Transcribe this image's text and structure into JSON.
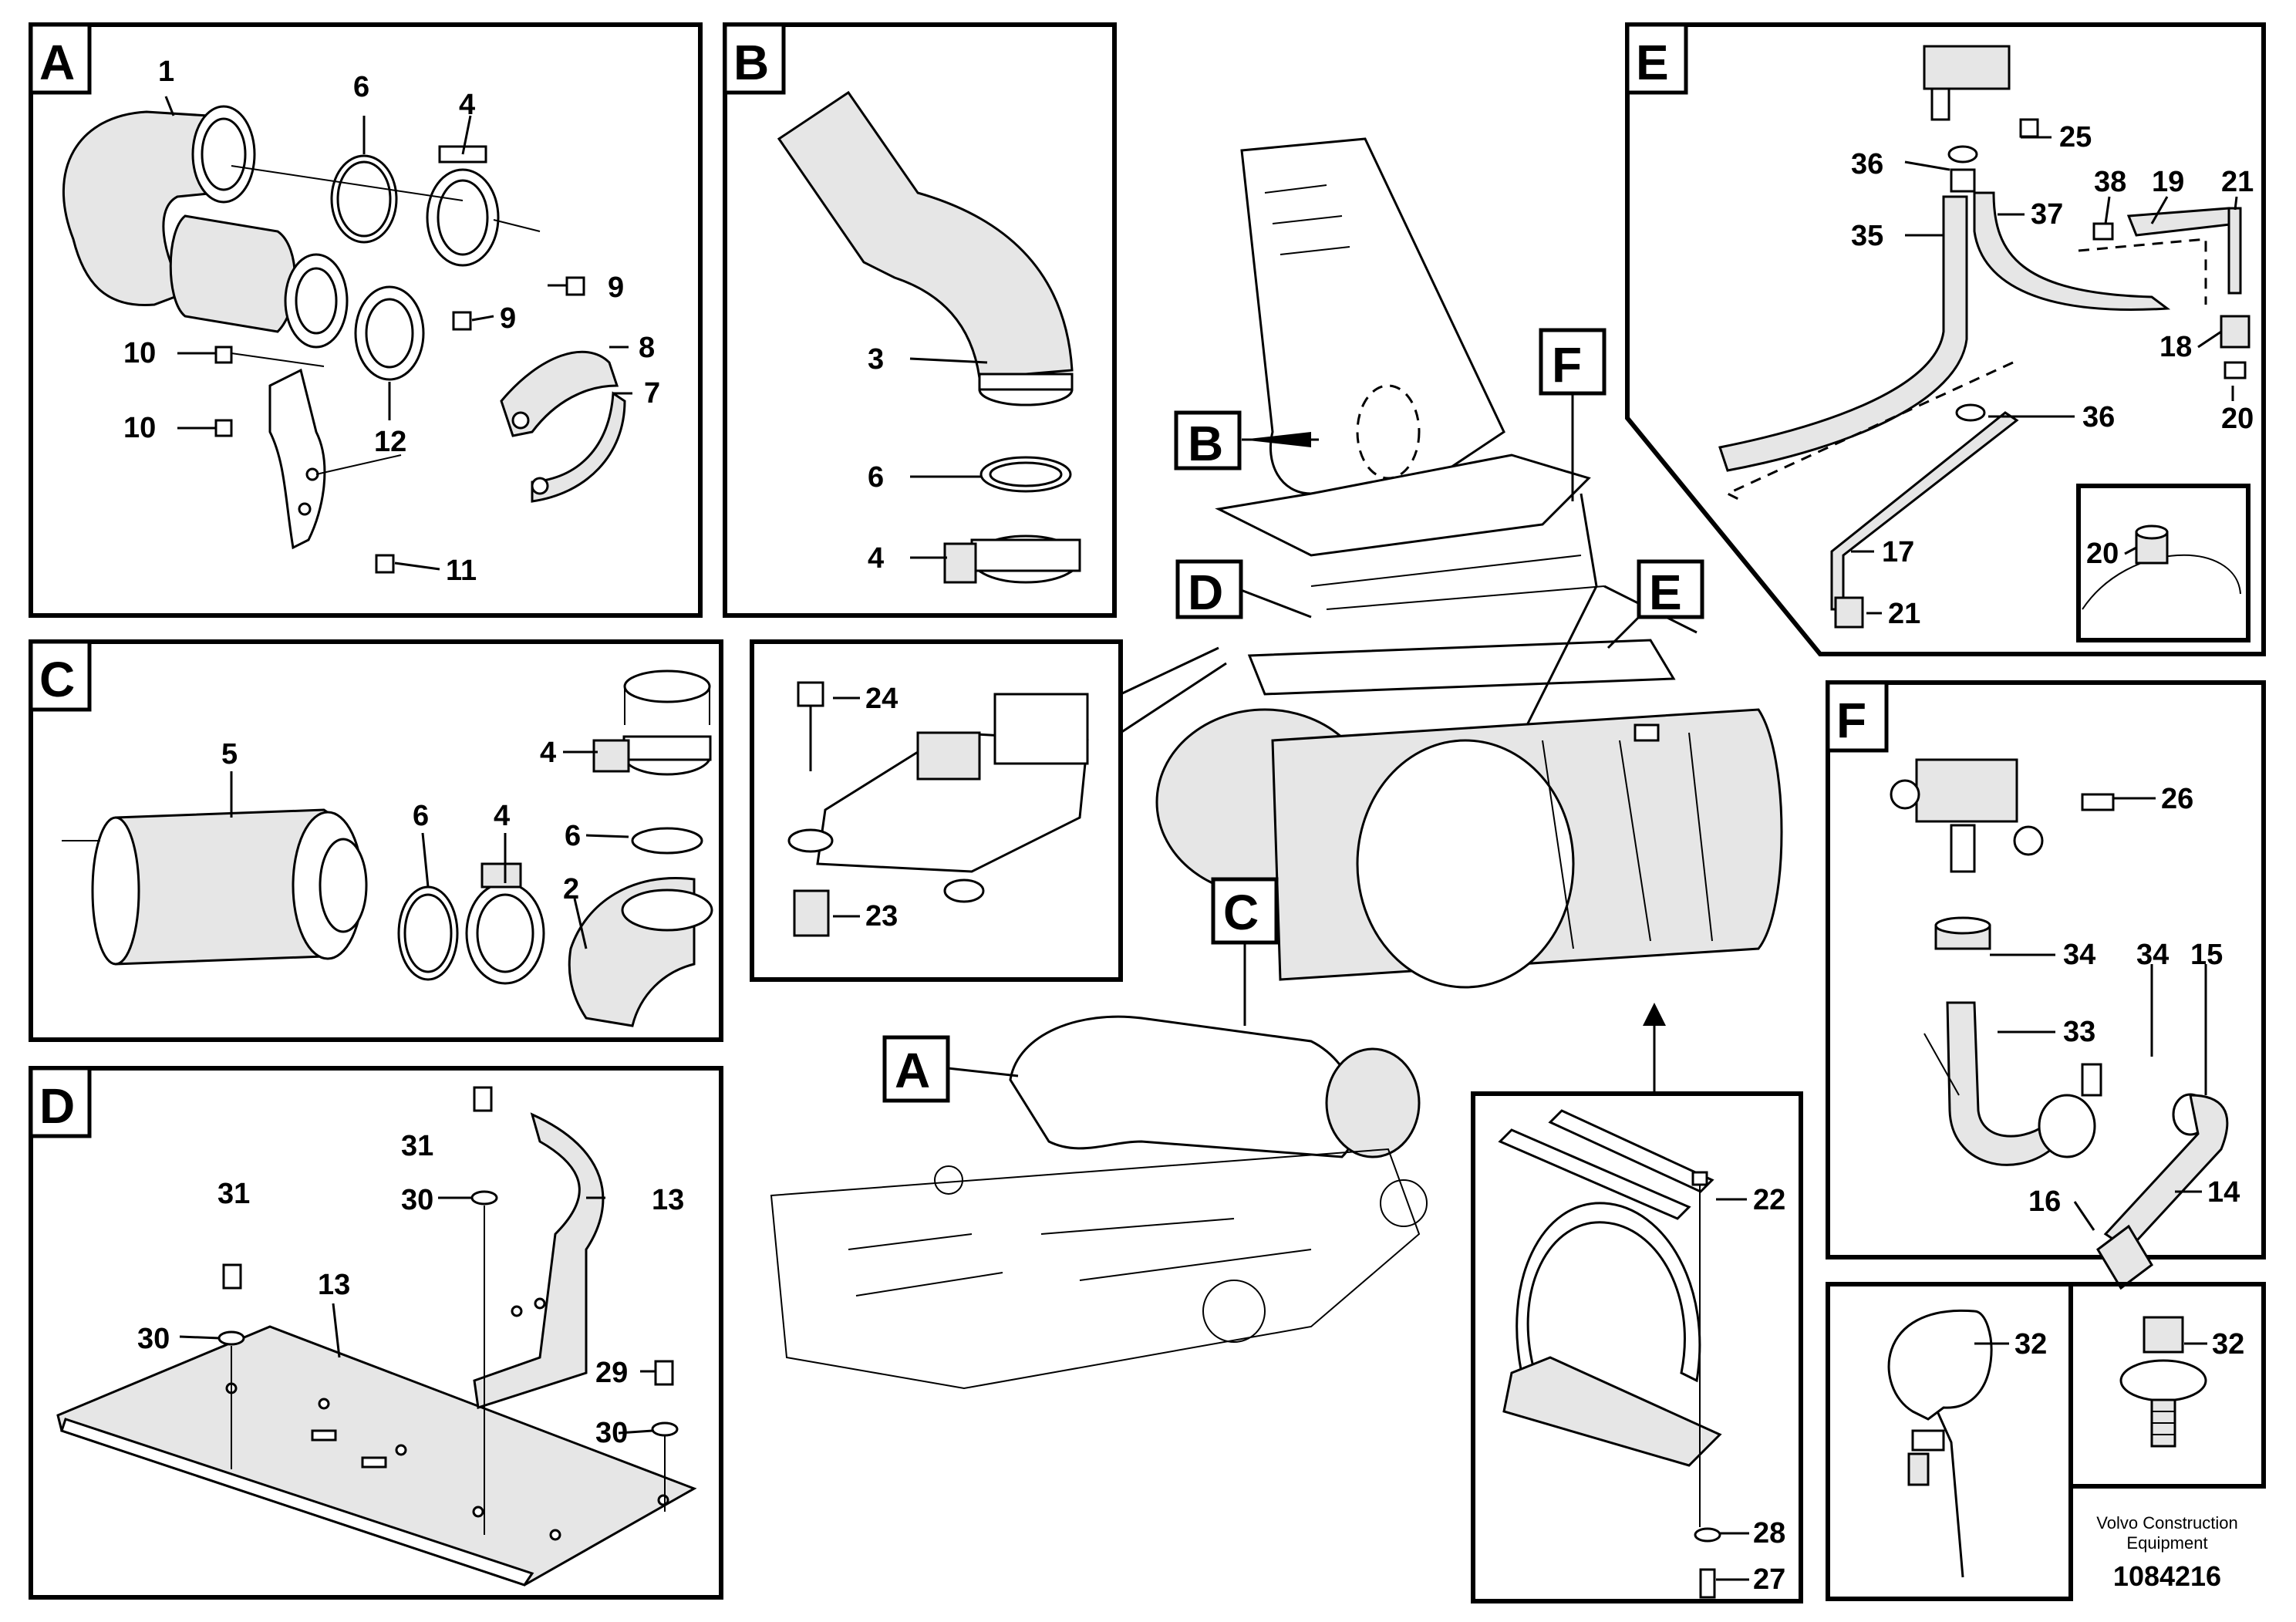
{
  "panels": {
    "A": {
      "letter": "A",
      "labels": [
        "1",
        "6",
        "4",
        "9",
        "9",
        "8",
        "7",
        "10",
        "10",
        "12",
        "11"
      ]
    },
    "B": {
      "letter": "B",
      "labels": [
        "3",
        "6",
        "4"
      ]
    },
    "C": {
      "letter": "C",
      "labels": [
        "5",
        "6",
        "4",
        "4",
        "6",
        "2"
      ]
    },
    "D": {
      "letter": "D",
      "labels": [
        "31",
        "30",
        "13",
        "31",
        "30",
        "13",
        "29",
        "30"
      ]
    },
    "E": {
      "letter": "E",
      "labels": [
        "25",
        "36",
        "38",
        "19",
        "21",
        "35",
        "37",
        "18",
        "20",
        "36",
        "17",
        "20",
        "21"
      ]
    },
    "F": {
      "letter": "F",
      "labels": [
        "26",
        "34",
        "34",
        "15",
        "33",
        "14",
        "16"
      ]
    },
    "detail_d": {
      "labels": [
        "24",
        "23"
      ]
    },
    "detail_bracket": {
      "labels": [
        "22",
        "28",
        "27"
      ]
    },
    "detail_clip_left": {
      "labels": [
        "32"
      ]
    },
    "detail_clip_right": {
      "labels": [
        "32"
      ]
    }
  },
  "callouts": [
    "B",
    "F",
    "D",
    "E",
    "C",
    "A"
  ],
  "footer": {
    "maker_line1": "Volvo Construction",
    "maker_line2": "Equipment",
    "drawing_number": "1084216"
  }
}
